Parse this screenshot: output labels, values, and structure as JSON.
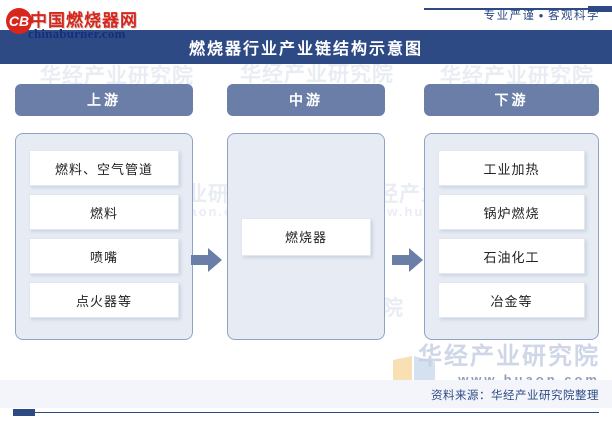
{
  "header": {
    "logo_cn": "中国燃烧器网",
    "logo_en": "chinaburner.com",
    "logo_badge": "CB",
    "slogan_left": "专业严谨",
    "slogan_dot": "●",
    "slogan_right": "客观科学"
  },
  "title": "燃烧器行业产业链结构示意图",
  "columns": [
    {
      "key": "upstream",
      "head": "上游",
      "nodes": [
        "燃料、空气管道",
        "燃料",
        "喷嘴",
        "点火器等"
      ]
    },
    {
      "key": "midstream",
      "head": "中游",
      "nodes": [
        "燃烧器"
      ]
    },
    {
      "key": "downstream",
      "head": "下游",
      "nodes": [
        "工业加热",
        "锅炉燃烧",
        "石油化工",
        "冶金等"
      ]
    }
  ],
  "arrows": [
    {
      "name": "arrow-upstream-to-midstream",
      "glyph": "➡"
    },
    {
      "name": "arrow-midstream-to-downstream",
      "glyph": "➡"
    }
  ],
  "footer": {
    "source": "资料来源：华经产业研究院整理"
  },
  "watermark": {
    "cn": "华经产业研究院",
    "en": "www.huaon.com"
  },
  "colors": {
    "navy": "#2e4a84",
    "slate": "#6a7ea8",
    "panel_bg": "#e7ecf4",
    "panel_border": "#8fa3c4",
    "node_bg": "#ffffff",
    "logo_red": "#d9261c",
    "logo_blue": "#13307a",
    "wm_blue": "#c6d0e3",
    "wm_orange": "#f5cf8a"
  }
}
